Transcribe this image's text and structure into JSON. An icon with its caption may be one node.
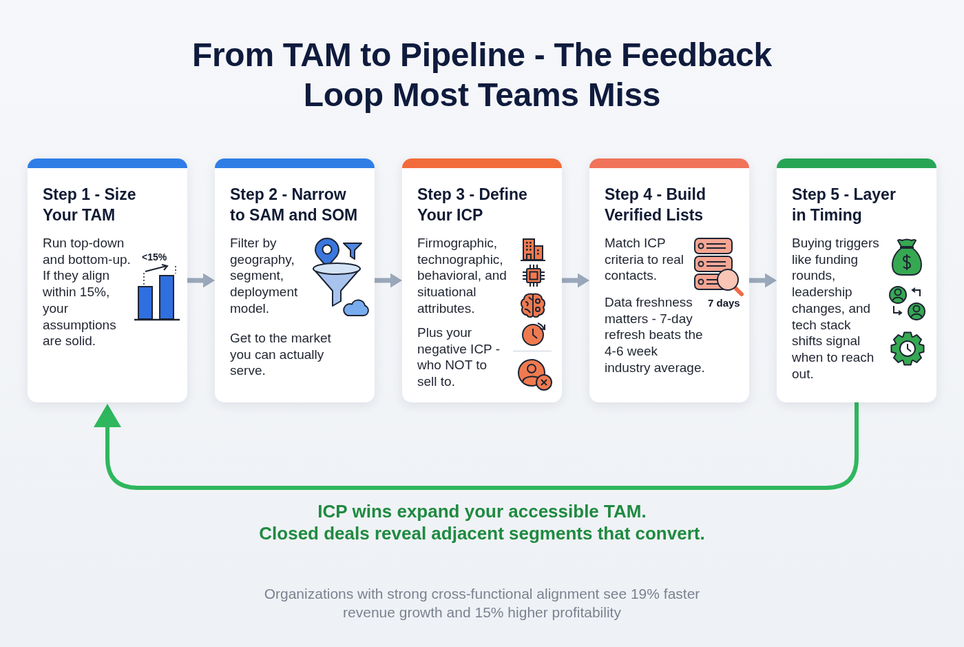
{
  "diagram": {
    "title": "From TAM to Pipeline - The Feedback Loop Most Teams Miss",
    "caption": "Organizations with strong cross-functional alignment see 19% faster revenue growth and 15% higher profitability",
    "nodes": [
      {
        "text": [
          "Step 1 - Size Your TAM",
          "Run top-down and bottom-up. If they align within 15%, your assumptions are solid.",
          "<15%"
        ]
      },
      {
        "text": [
          "Step 2 - Narrow to SAM and SOM",
          "Filter by geography, segment, deployment model.",
          "Get to the market you can actually serve."
        ]
      },
      {
        "text": [
          "Step 3 - Define Your ICP",
          "Firmographic, technographic, behavioral, and situational attributes.",
          "Plus your negative ICP - who NOT to sell to."
        ]
      },
      {
        "text": [
          "Step 4 - Build Verified Lists",
          "Match ICP criteria to real contacts.",
          "Data freshness matters - 7-day refresh beats the 4-6 week industry average.",
          "7 days"
        ]
      },
      {
        "text": [
          "Step 5 - Layer in Timing",
          "Buying triggers like funding rounds, leadership changes, and tech stack shifts signal when to reach out."
        ]
      }
    ],
    "edges": [
      {
        "from": 0,
        "to": 1,
        "arrow": "to"
      },
      {
        "from": 1,
        "to": 2,
        "arrow": "to"
      },
      {
        "from": 2,
        "to": 3,
        "arrow": "to"
      },
      {
        "from": 3,
        "to": 4,
        "arrow": "to"
      },
      {
        "from": 4,
        "to": 0,
        "arrow": "to",
        "color": "#2fb75d"
      }
    ],
    "labels": [
      "ICP wins expand your accessible TAM.",
      "Closed deals reveal adjacent segments that convert."
    ]
  }
}
